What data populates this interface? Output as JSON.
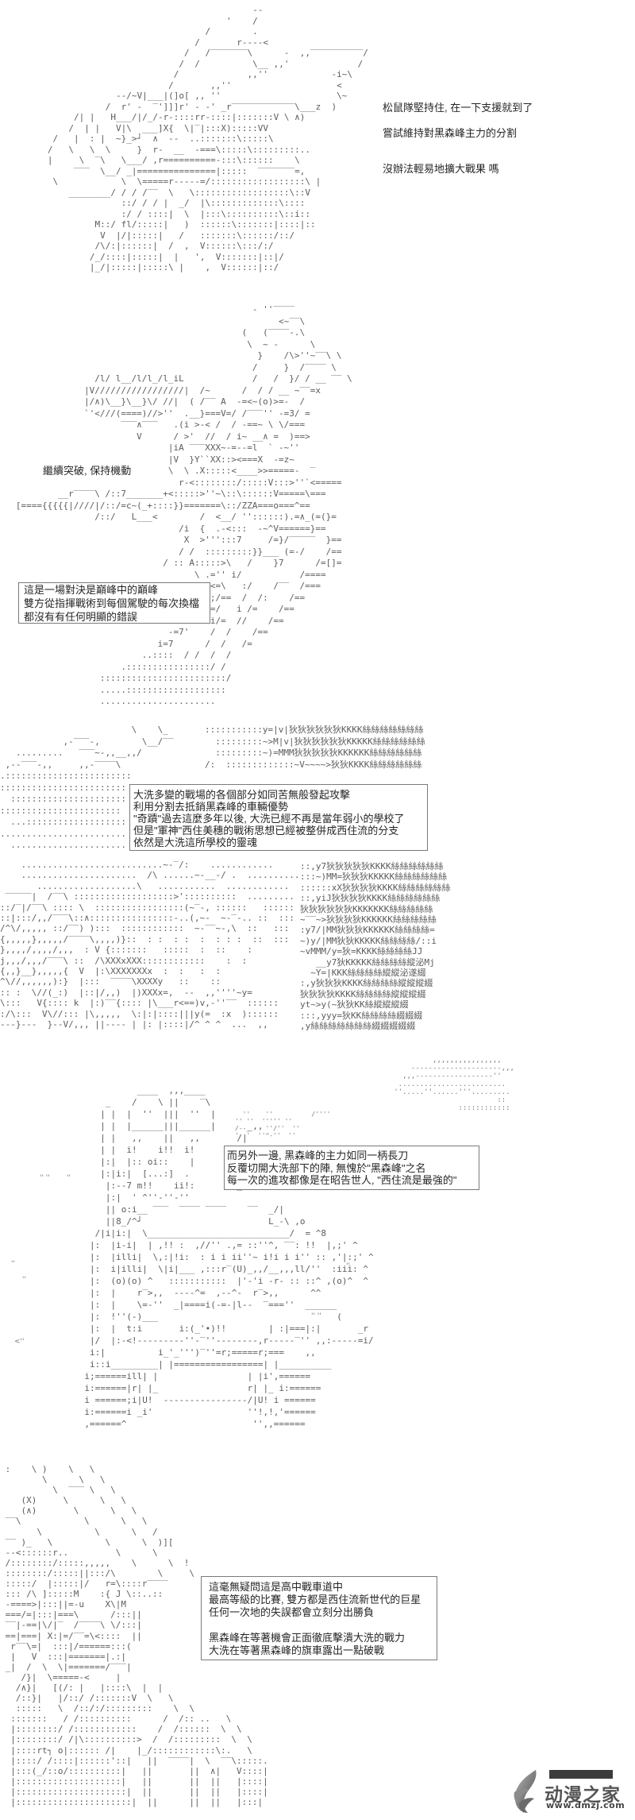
{
  "panels": [
    {
      "narration": [
        "松鼠隊堅持住, 在一下支援就到了",
        "嘗試維持對黑森峰主力的分割",
        "沒辦法輕易地擴大戰果 嗎"
      ],
      "art": [
        "                                          --",
        "                                     '    /",
        "                                 /        .",
        "                               /       r----<",
        "                             /   /‾‾‾‾‾‾‾\\      -  ,,‾‾‾‾‾‾‾‾‾‾/",
        "                            /  /          \\__ ,,'             /",
        "                           /             ,,''            -i~\\",
        "                          /       ,,''                    <",
        "                --/~V|___|(]o[ ,, ''                      \\~",
        "              /  r' -  ‾']]]r' - -' _r‾‾‾‾‾‾‾‾‾‾‾‾\\___z  )",
        "        /| |   H___/|/_/-r-::::rr-::::|:::::::V \\ ∧)",
        "       /  | |   V|\\  ___]X{  \\|‾|:::X):::::VV",
        "    /   |  : |  ~}_>┘  ∧  --  ..:::::::\\:::::\\",
        "   /   \\   \\  \\     }  r-  __  -===\\:::::\\:::::::::..",
        "   |     \\  ‾\\   \\___/ ,r==========-:::\\::::::    \\",
        "        ‾‾‾  \\__/ _|===============|:::::  ‾‾‾‾‾‾‾=,",
        "    \\            \\  \\=====r-----=/::::::::::::::::::\\ |",
        "       ________/ / / /‾‾  \\   \\::::::::::::::::::\\::V",
        "                 ::/ / / |  _/  |\\:::::::::::::\\::::",
        "                 :/ / ::::|  \\  |:::\\::::::::::\\::i::",
        "            M::/ fl/:::::|   )  ::::::\\:::::::|::::|::",
        "             V  |/|:::::|   /   :::::::\\::::::/::/",
        "            /\\/:|::::::|  /  ,  V::::::\\:::/:/",
        "           /_/::::|:::::|  |   ',  V:::::::|::|/",
        "           |_/|:::::|:::::\\ |    ,  V::::::|::/"
      ]
    },
    {
      "caption": "繼續突破, 保持機動",
      "box": [
        "這是一場對決是巔峰中的巔峰",
        "雙方從指揮戰術到每個駕駛的每次換檔",
        "都沒有有任何明顯的錯誤"
      ],
      "art": [
        "                                                - ''‾‾‾‾",
        "                                                     <~‾‾\\",
        "                                              (   (‾‾‾‾-.\\",
        "                                               \\  ~ -      \\",
        "                                                 }    /\\>''~‾‾\\ \\",
        "                                                /     }  /‾‾‾‾ \\",
        "                  /l/ l__/l/l_/l_iL             /   /  }/ / __ ‾‾ \\",
        "                |V/////////////////|  /~      /  / / __ ~‾‾=x",
        "                |/∧)\\__}\\__}\\/ //|  ( /‾‾ A  -=<~(o)>=-  /",
        "                `'<///(====)//>''  .__}===V=/ /‾‾‾'' -=3/ =",
        "                       ‾‾‾∧‾‾‾   .(i >-< /  / -==~ \\ \\/===",
        "                          V      / >'  //  / i~ __∧ =  )==>",
        "                                |iA ‾‾‾XXX~-=--=l  ` -~''",
        "                                |V  }Y``XX::><===X  -=z~",
        "                                \\  \\ .X:::::<____>>=====-  ‾",
        "                                  r-<::::::::/:::::V:::>''`<=====",
        "           __r‾‾‾‾\\ /::7_______+<:::::>''~\\::\\::::::V=====\\===",
        "   [===={{{{{|////|/::/=c~(_+::::}}=======\\::/ZZA===o===^==",
        "                  /::/   L___<        /  <__/ ''::::::).=∧_(=(}=",
        "                                  /i  {  .-<:::  -~^V======}==",
        "                                   X  >''':::7     /=}/‾‾‾‾‾  }==",
        "                                  / /  :::::::::}}___ (=-/    /==",
        "                               / :: A:::::>\\   /    }7      /=[]=",
        "                                     \\ .='' i/           /====",
        "                                        <=\\   :/    /‾‾  /===",
        "                                        ;/==  /  /:    /==",
        "                                        =/   i /=    /==",
        "                                        i/=  //    /==",
        "                                -=7'    /  /    /==",
        "                              i=7      /  /   /=",
        "                           ..::::  / /  /  /",
        "                       .::::::::::::::::/ /",
        "                   ::::::::::::::::::::::::/",
        "                   .....:::::::::::::::::::",
        "                   ......................"
      ]
    },
    {
      "box": [
        "大洗多變的戰場的各個部分如同苦無般發起攻擊",
        "利用分割去抵銷黑森峰的車輛優勢",
        "\"奇蹟\"過去這麼多年以後, 大洗已經不再是當年弱小的學校了",
        "但是\"軍神\"西住美穗的戰術思想已經被整併成西住流的分支",
        "依然是大洗這所學校的靈魂"
      ],
      "art_top_left": [
        "                         \\    \\_",
        "            ,-‾‾‾-,        \\__/‾‾",
        "   .........   ‾‾‾~-,,__,,/",
        " ,--‾‾‾-,,     ,,-‾‾‾‾\\",
        ".::::::::::::::::::::::::",
        "::::::::::::::::::::::::",
        "  ::::::::::::::::::::::",
        ":::::::::::::::::::::::",
        "  ...:::::::::::::::::::",
        "........................",
        "  ......................"
      ],
      "art_top_right": [
        ":::::::::::y=|v|狄狄狄狄狄狄KKKK絲絲絲絲絲絲絲",
        "  :::::::::~>M|v|狄狄狄狄狄狄KKKKK絲絲絲絲絲絲",
        "  :::::::::~)=MMM狄狄狄狄狄KKKKKK絲絲絲絲絲絲",
        "/:  :::::::::::::~V~~~~>狄狄KKKK絲絲絲絲絲絲"
      ],
      "art_bottom_left": [
        "    ...........................~-‾/:    ............",
        "    ......................  /\\ ......~-__-/ .  ..........",
        "       ...................\\   ...........  ............",
        " ‾‾‾‾‾|  /‾‾\\ :::::::::::::::::::>'::::::::::  .........",
        "::/‾|/‾‾\\ :::: \\  :::::::::::::::::(~‾-, ::::::   ::::::",
        "::|:::/,,/‾‾‾\\::∧::::::::::::::::-..(,~-  ~-‾-.. ::  :::",
        "/^\\/,,,,, ::/‾‾) ):::  ::::::::::::  ~-‾‾~-,\\  ::   :::",
        "{,,,,,},,,,,/‾‾‾‾\\,,,,)}::  : :  : :  :  : : :  ::  :::",
        "},,,,/,,,,/,,,  : V {:::::::   :::::  :  ::    :",
        "j,,,/,,,/‾‾‾\\ ::  /\\XXXxXXX::::::::::::    :  :",
        "{,,}__},,,,,{  V  |:\\XXXXXXXx  :  :   :  :",
        "^\\//,,,,,,):}  |:::  ‾‾‾‾\\XXXXy   ::    ::",
        ":: :  \\//(_:)  |::|/,,)  |)XXXx=,  --  ,,''''~y=",
        "\\:::   V{:::: k  |:)‾‾{:::: |\\___r<==)v,-''‾‾  ::::::",
        ":/\\:::  V\\//::: |\\,,,,,  \\:|:|::::|||y(=  :x  )::::::",
        "---}---  }--V/,,, ||---- | |: |::::|/^ ^ ^  ...  ,,"
      ],
      "art_bottom_right": [
        "::,y7狄狄狄狄狄KKKK絲絲絲絲絲絲",
        ":::~)MM=狄狄狄KKKKK絲絲絲絲絲絲",
        "::::::xX狄狄狄狄KKKK絲絲絲絲絲絲",
        "::,yiJ狄狄狄狄KKKK絲絲絲絲絲絲",
        "狄狄狄狄狄狄KKKKKKK絲絲絲絲絲",
        "~‾‾~>狄狄狄狄KKKKKK絲絲絲絲絲",
        ":y7/|MM狄狄狄KKKKKK絲絲絲絲=",
        "~)y/|MM狄狄KKKKK絲絲絲絲/::i",
        "~vMMM/y=狄=KKKK絲絲絲絲JJ",
        "   __y7狄KKKKK絲絲絲絲縱泌Mj",
        "  ~Y=|KKK絲絲絲絲縱縱泌遂綴",
        ":,y狄狄狄KKKK絲絲絲絲縱縱縱綴",
        "狄狄狄狄KKKK絲絲絲絲縱縱縱綴",
        "yt~>y(~狄狄KK絲縱縱縱綴",
        ":::,yyy=狄KK絲絲絲絲綴綴綴",
        ",y絲絲絲絲絲絲絲綴綴綴綴綴"
      ]
    },
    {
      "box": [
        "而另外一邊, 黑森峰的主力如同一柄長刀",
        "反覆切開大洗部下的陣, 無愧於\"黑森峰\"之名",
        "每一次的進攻都像是在昭告世人, \"西住流是最強的\""
      ],
      "art_clouds": [
        "            ,,,,,,,,,,,,,,,,",
        "       ---------------------,,,",
        "     ,,,------------------''",
        "    .........................",
        "   ''.....''......'''.........",
        "                           ::",
        "                  ::::::::::::"
      ],
      "art_small_marks": [
        "  ''    ''          /''''",
        "'' ''  ''''' ''",
        "/--_    ''/''  ''",
        "'  '  ''^-''  ''"
      ],
      "art_tank": [
        "                 ____  ,,,____",
        "           _    /    \\ ||    ‾\\",
        "          | |  |  ''  |||  ''  |",
        "          | |  |______|||______|      _,,",
        "          | |   ,,    ||   ,,       /|",
        "          | |  i!    i!!  i!       /|",
        "          |:|  |:: oi::    |",
        "          |:|i:|  [...:]  .",
        "           |:--7 m!!    ii!:      \\ _",
        "           |:|  ' ^''-''-''",
        "           || o:i__ ‾‾‾  ‾‾‾‾ ‾‾‾‾    ‾‾  _/|",
        "           ||8_/^┘                        L_-\\ ,o",
        "         /|i|i:|  \\___________________________/  = ^8",
        "        |:  |i-i|  | ,!! :  ,//'' .,= ::''^, ‾‾: !!  |,;' ^",
        "        |:  |illi|  \\,:|!i:  : i i ii''~ i!i i i'' :: ,'|:;' ^",
        "        |:  i|illi|  \\|i|___ ,:::r‾(U)_,,/__,,,ll/''  :iii: ^",
        "        |:  (o)(o) ^   :::::::::::  |'-'i -r- :: ::^ ,(o)^  ^",
        "        |:  |    r‾>,,  ----^=  ,--^-  r‾>,,      ^^",
        "        |:  |    \\=-''  _|====i(-=-|l--  ‾===''  ______",
        "        |:  !''(-)___                                  (",
        "        |:  |  t:i       i:(_'•)!!        | :|===|:|       _r",
        "        |/  |:-<!---------''-‾''--------,r-----‾'' ,,:-----=i/",
        "        i:|          i_'_''')‾''=r;=====r;===    ,,",
        "        i::i_________| |=================| |__________",
        "       i;======ill| |                 | |i',======",
        "       i:======|r| |_                 r| |_ i:======",
        "       i ======;i|U!  ----------------/|U! i ======",
        "       i:======i _i'                  ''!,!,'======",
        "       ,======^                        '',,======"
      ],
      "scatter_marks": [
        "'' ''",
        "''",
        "''",
        "''",
        "<''",
        "''",
        "'' ''"
      ]
    },
    {
      "box": [
        "這毫無疑問這是高中戰車道中",
        "最高等級的比賽, 雙方都是西住流新世代的巨星",
        "任何一次地的失誤都會立刻分出勝負",
        "",
        "黑森峰在等著機會正面徹底擊潰大洗的戰力",
        "大洗在等著黑森峰的旗車露出一點破戰"
      ],
      "art": [
        " :    \\ )    \\   \\",
        "        \\      \\   \\",
        "          \\  ‾‾‾ \\   \\",
        "    (X)     \\      \\   \\",
        "    (∧)       \\      \\   \\",
        " ‾‾\\            \\      \\   \\",
        "       \\          \\      \\   /",
        " ‾‾ )_   \\          \\      \\  )][",
        " --<::::::r..         \\      \\",
        " /::::::::/:::::,,,,,    \\      \\  !",
        " ::::::::/:::::||:::/\\        \\     \\",
        " :::::/  |:::::|/   r=\\::::r‾‾‾‾",
        " ::: /\\ ]:::::M    :{ J \\::..::",
        " -====>|:::||=-u    X\\|M",
        " ===/=|:::|===\\      /:::||",
        " ‾‾|-==|\\/|‾  /‾‾‾‾\\ \\/:::|",
        " ==|===| X:|=/‾‾=\\<::::  ||",
        "  r‾‾\\=|  :::|/======:::(",
        "  |   V  :::|=======|.:|",
        " _|  /  \\  \\|=======/‾‾‾|",
        "    /}|  \\=====-<     |",
        "   /∧}|   [(/: |   |::::\\  |  |",
        "   /::}|   |/::/ /:::::::V  \\   \\",
        "   :::::   \\  /::/:/:::::::::    \\  \\",
        "  :::::::   / /::::::::::      /  /:: ..   \\",
        "  |::::::::/ /::::::::::::    /  /::::::  \\  \\",
        "  |::::::::/ /|\\::::::::::>  /  /:::::::::  \\  \\",
        "  |::::rt┐ o|:::::: /|    |_/::::::::::::\\:.   \\",
        "  |::::/ /::::|::::::'::|   ||  ‾‾‾‾|  \\  ‾‾\\:::::.",
        "  |:::(_/::o/::::::::::|   ||       ||  ∧|   V::::|",
        "  |::::::::::::::::::::|   ||       ||  ||   |::::|",
        "  |:::::::::::::::::::::|  ||       ||  ||   |::::|",
        "  |::::::::::::::::::::::|  ||      ||  ||   |:::|"
      ]
    }
  ],
  "watermark": {
    "name": "动漫之家",
    "url": "www.dmzj.com",
    "logo_icon": "flame-leaf-logo"
  }
}
